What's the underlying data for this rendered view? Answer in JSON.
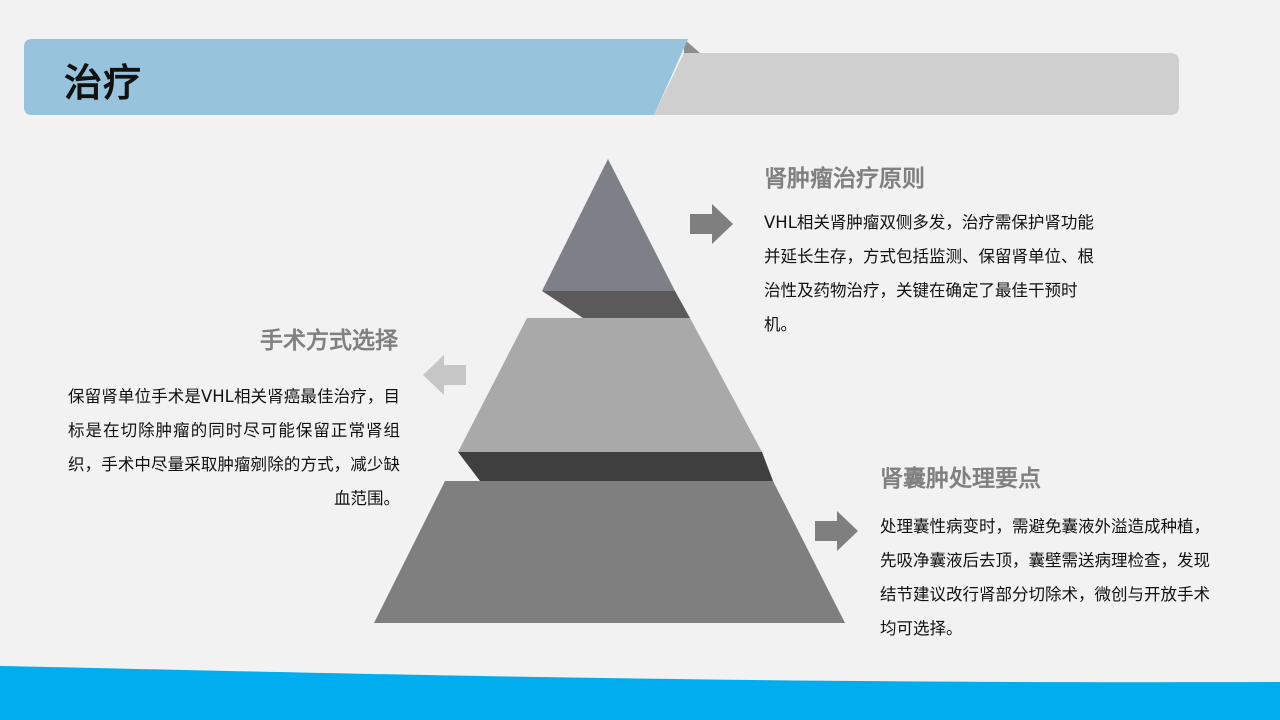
{
  "header": {
    "title": "治疗"
  },
  "sections": {
    "principle": {
      "heading": "肾肿瘤治疗原则",
      "text": "VHL相关肾肿瘤双侧多发，治疗需保护肾功能并延长生存，方式包括监测、保留肾单位、根治性及药物治疗，关键在确定了最佳干预时机。"
    },
    "surgery": {
      "heading": "手术方式选择",
      "text": "保留肾单位手术是VHL相关肾癌最佳治疗，目标是在切除肿瘤的同时尽可能保留正常肾组织，手术中尽量采取肿瘤剜除的方式，减少缺血范围。"
    },
    "cyst": {
      "heading": "肾囊肿处理要点",
      "text": "处理囊性病变时，需避免囊液外溢造成种植，先吸净囊液后去顶，囊壁需送病理检查，发现结节建议改行肾部分切除术，微创与开放手术均可选择。"
    }
  },
  "colors": {
    "accent_blue": "#97c3dc",
    "header_gray": "#cfcfcf",
    "footer_blue": "#00aeef",
    "pyramid_top": "#7e8087",
    "pyramid_middle": "#a9a9a9",
    "pyramid_bottom": "#7f7f7f",
    "arrow_gray": "#7f7f7f"
  }
}
